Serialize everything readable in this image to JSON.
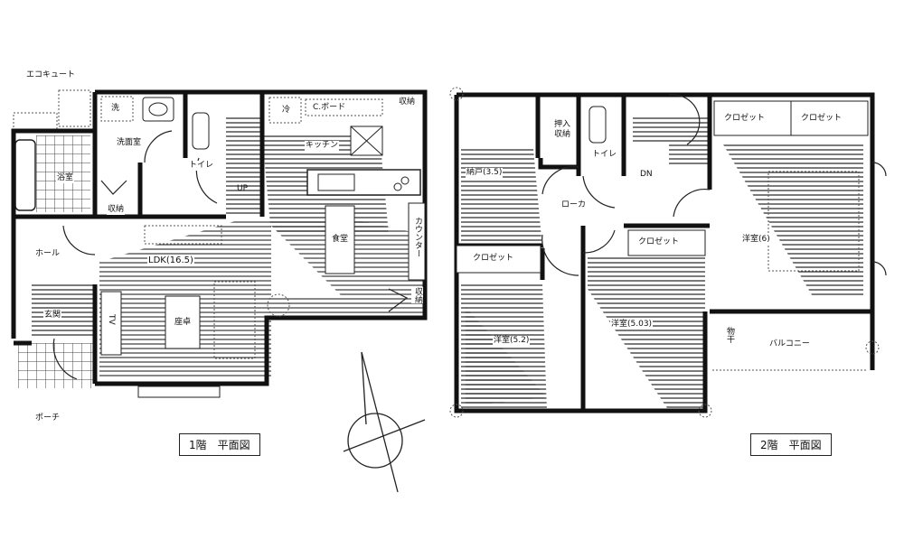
{
  "floor1": {
    "title": "1階　平面図",
    "rooms": {
      "ecocute": "エコキュート",
      "washer": "洗",
      "washroom": "洗面室",
      "bath": "浴室",
      "storage_bath": "収納",
      "toilet": "トイレ",
      "stairs_up": "UP",
      "fridge": "冷",
      "cupboard": "C.ボード",
      "storage_kitchen": "収納",
      "kitchen": "キッチン",
      "dining": "食堂",
      "counter": "カウンター",
      "hall": "ホール",
      "ldk": "LDK(16.5)",
      "entrance": "玄関",
      "tv": "TV",
      "table": "座卓",
      "storage_living": "収納",
      "porch": "ポーチ"
    }
  },
  "floor2": {
    "title": "2階　平面図",
    "rooms": {
      "oshiire": "押入\n収納",
      "toilet": "トイレ",
      "stairs_down": "DN",
      "storeroom": "納戸(3.5)",
      "corridor": "ローカ",
      "closet_1": "クロゼット",
      "closet_2": "クロゼット",
      "closet_3": "クロゼット",
      "closet_4": "クロゼット",
      "bedroom_6": "洋室(6)",
      "bedroom_52": "洋室(5.2)",
      "bedroom_503": "洋室(5.03)",
      "drying": "物干",
      "balcony": "バルコニー"
    }
  }
}
